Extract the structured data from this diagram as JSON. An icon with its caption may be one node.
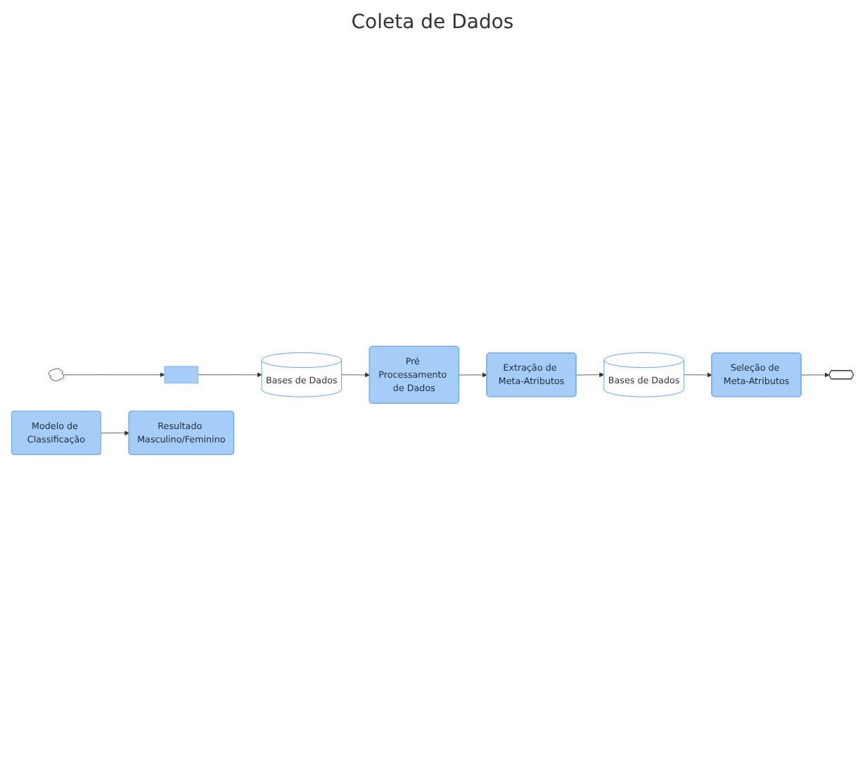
{
  "diagram": {
    "nodes": [
      {
        "text": [],
        "shape": "cloud"
      },
      {
        "text": [],
        "shape": "envelope"
      },
      {
        "text": [
          "Bases de Dados"
        ]
      },
      {
        "text": [
          "Pré Processamento de Dados"
        ]
      },
      {
        "text": [
          "Extração de Meta-Atributos"
        ]
      },
      {
        "text": [
          "Bases de Dados"
        ]
      },
      {
        "text": [
          "Seleção de Meta-Atributos"
        ]
      },
      {
        "text": [],
        "shape": "gear"
      },
      {
        "text": [
          "Modelo de Classificação"
        ]
      },
      {
        "text": [
          "Resultado Masculino/Feminino"
        ]
      }
    ],
    "edges": [
      {
        "from": 0,
        "to": 1,
        "arrow": "to"
      },
      {
        "from": 1,
        "to": 2,
        "arrow": "to"
      },
      {
        "from": 2,
        "to": 3,
        "arrow": "to"
      },
      {
        "from": 3,
        "to": 4,
        "arrow": "to"
      },
      {
        "from": 4,
        "to": 5,
        "arrow": "to"
      },
      {
        "from": 5,
        "to": 6,
        "arrow": "to"
      },
      {
        "from": 6,
        "to": 7,
        "arrow": "to"
      },
      {
        "from": 8,
        "to": 9,
        "arrow": "to"
      }
    ],
    "labels": [
      "Coleta de Dados"
    ]
  }
}
